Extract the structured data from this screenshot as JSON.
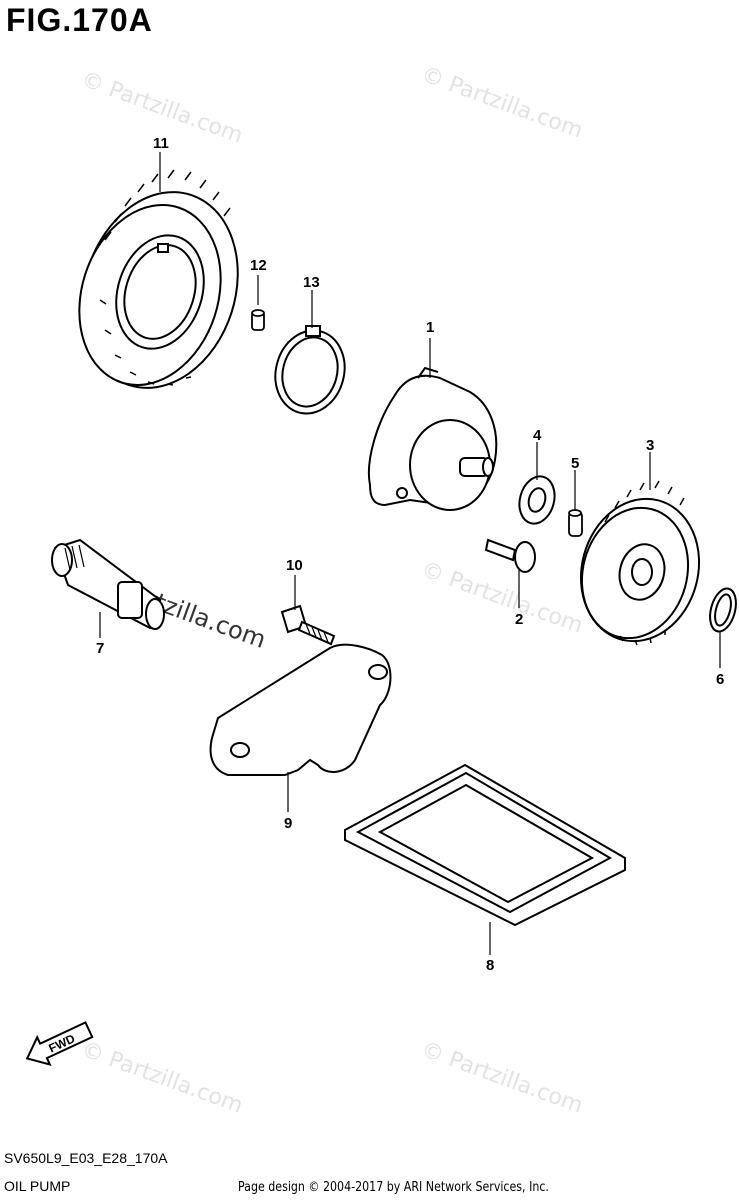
{
  "figure": {
    "title": "FIG.170A"
  },
  "callouts": [
    "1",
    "2",
    "3",
    "4",
    "5",
    "6",
    "7",
    "8",
    "9",
    "10",
    "11",
    "12",
    "13"
  ],
  "fwd_label": "FWD",
  "watermark": "© Partzilla.com",
  "footer": {
    "model_code": "SV650L9_E03_E28_170A",
    "section_name": "OIL PUMP",
    "copyright": "Page design © 2004-2017 by ARI Network Services, Inc."
  }
}
